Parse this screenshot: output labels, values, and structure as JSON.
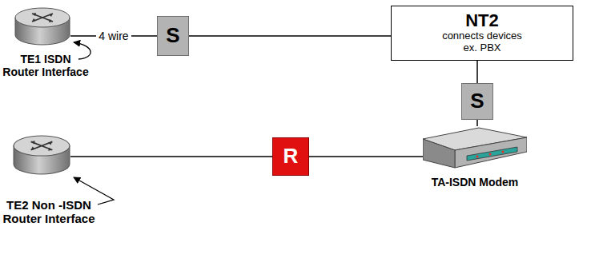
{
  "diagram": {
    "nodes": [
      {
        "text": [
          "TE1 ISDN Router Interface"
        ]
      },
      {
        "text": [
          "S"
        ]
      },
      {
        "text": [
          "NT2",
          "connects devices ex. PBX"
        ]
      },
      {
        "text": [
          "S"
        ]
      },
      {
        "text": [
          "TE2 Non -ISDN Router Interface"
        ]
      },
      {
        "text": [
          "R"
        ]
      },
      {
        "text": [
          "TA-ISDN Modem"
        ]
      }
    ],
    "edges": [
      {
        "from": 0,
        "to": 1,
        "arrow": "none",
        "label": "4 wire"
      },
      {
        "from": 1,
        "to": 2,
        "arrow": "none"
      },
      {
        "from": 2,
        "to": 3,
        "arrow": "none"
      },
      {
        "from": 3,
        "to": 6,
        "arrow": "none"
      },
      {
        "from": 4,
        "to": 5,
        "arrow": "none"
      },
      {
        "from": 5,
        "to": 6,
        "arrow": "none"
      }
    ]
  }
}
